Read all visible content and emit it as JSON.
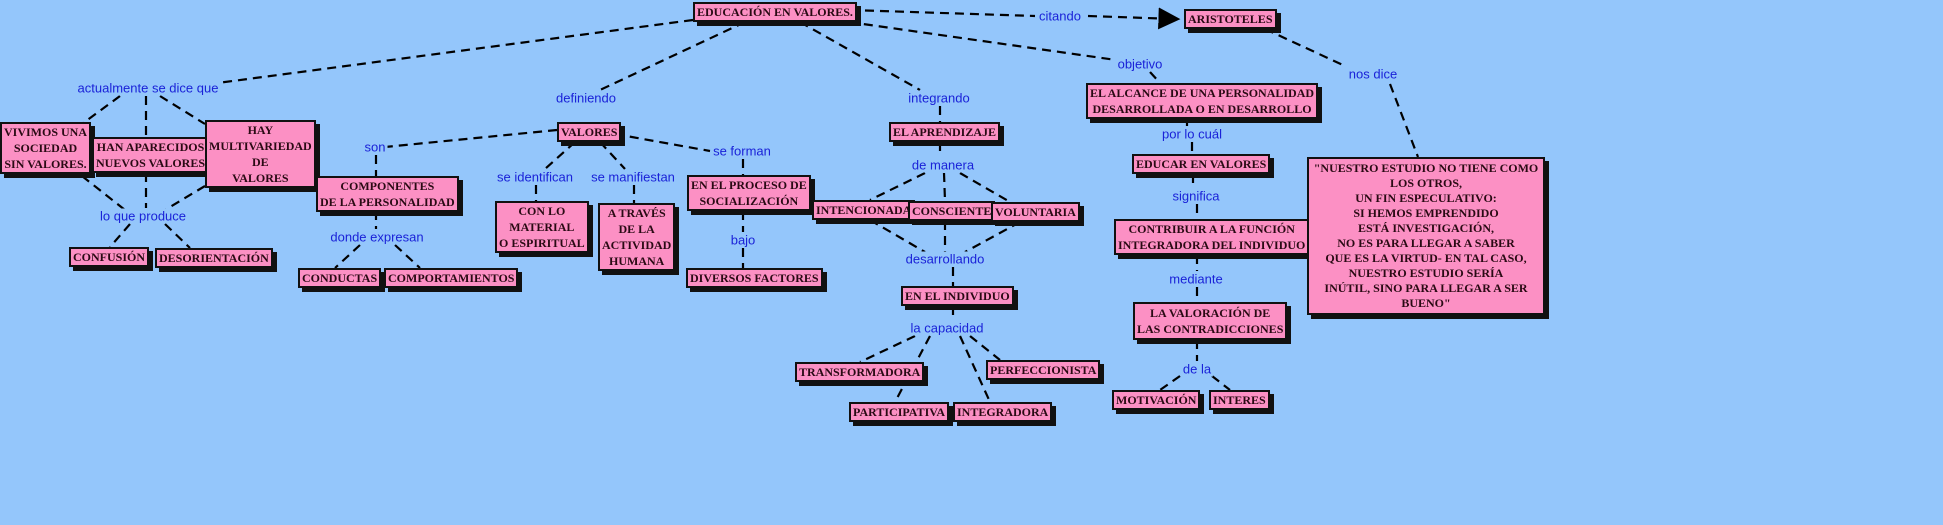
{
  "colors": {
    "background": "#94c6fb",
    "node_fill": "#fc90c4",
    "link_text": "#1a22d8",
    "line": "#000000"
  },
  "nodes": {
    "title": "EDUCACIÓN EN VALORES.",
    "aristoteles": "ARISTOTELES",
    "vivimos": "VIVIMOS UNA\nSOCIEDAD\nSIN VALORES.",
    "han": "HAN APARECIDOS\nNUEVOS VALORES",
    "hay": "HAY\nMULTIVARIEDAD\nDE\nVALORES",
    "confusion": "CONFUSIÓN",
    "desorientacion": "DESORIENTACIÓN",
    "componentes": "COMPONENTES\nDE LA PERSONALIDAD",
    "conductas": "CONDUCTAS",
    "comportamientos": "COMPORTAMIENTOS",
    "valores": "VALORES",
    "material": "CON LO\nMATERIAL\nO ESPIRITUAL",
    "actividad": "A TRAVÉS\nDE LA\nACTIVIDAD\nHUMANA",
    "proceso": "EN EL PROCESO DE\nSOCIALIZACIÓN",
    "diversos": "DIVERSOS FACTORES",
    "aprendizaje": "EL APRENDIZAJE",
    "intencionada": "INTENCIONADA",
    "consciente": "CONSCIENTE",
    "voluntaria": "VOLUNTARIA",
    "individuo": "EN EL INDIVIDUO",
    "transformadora": "TRANSFORMADORA",
    "participativa": "PARTICIPATIVA",
    "integradora": "INTEGRADORA",
    "perfeccionista": "PERFECCIONISTA",
    "alcance": "EL ALCANCE DE UNA PERSONALIDAD\nDESARROLLADA O EN DESARROLLO",
    "educar": "EDUCAR EN VALORES",
    "contribuir": "CONTRIBUIR A LA FUNCIÓN\nINTEGRADORA DEL INDIVIDUO",
    "valoracion": "LA VALORACIÓN DE\nLAS CONTRADICCIONES",
    "motivacion": "MOTIVACIÓN",
    "interes": "INTERES",
    "quote": "\"NUESTRO ESTUDIO NO TIENE COMO LOS OTROS,\nUN FIN ESPECULATIVO:\nSI HEMOS EMPRENDIDO\nESTÁ INVESTIGACIÓN,\nNO ES PARA LLEGAR A SABER\nQUE ES LA VIRTUD- EN TAL CASO,\nNUESTRO ESTUDIO SERÍA\nINÚTIL, SINO PARA LLEGAR A SER BUENO\""
  },
  "links": {
    "actualmente": "actualmente se dice que",
    "produce": "lo que produce",
    "son": "son",
    "expresan": "donde expresan",
    "definiendo": "definiendo",
    "identifican": "se identifican",
    "manifiestan": "se manifiestan",
    "forman": "se forman",
    "bajo": "bajo",
    "integrando": "integrando",
    "manera": "de manera",
    "desarrollando": "desarrollando",
    "capacidad": "la capacidad",
    "citando": "citando",
    "objetivo": "objetivo",
    "porlocual": "por lo cuál",
    "significa": "significa",
    "mediante": "mediante",
    "dela": "de la",
    "nosdice": "nos dice"
  }
}
